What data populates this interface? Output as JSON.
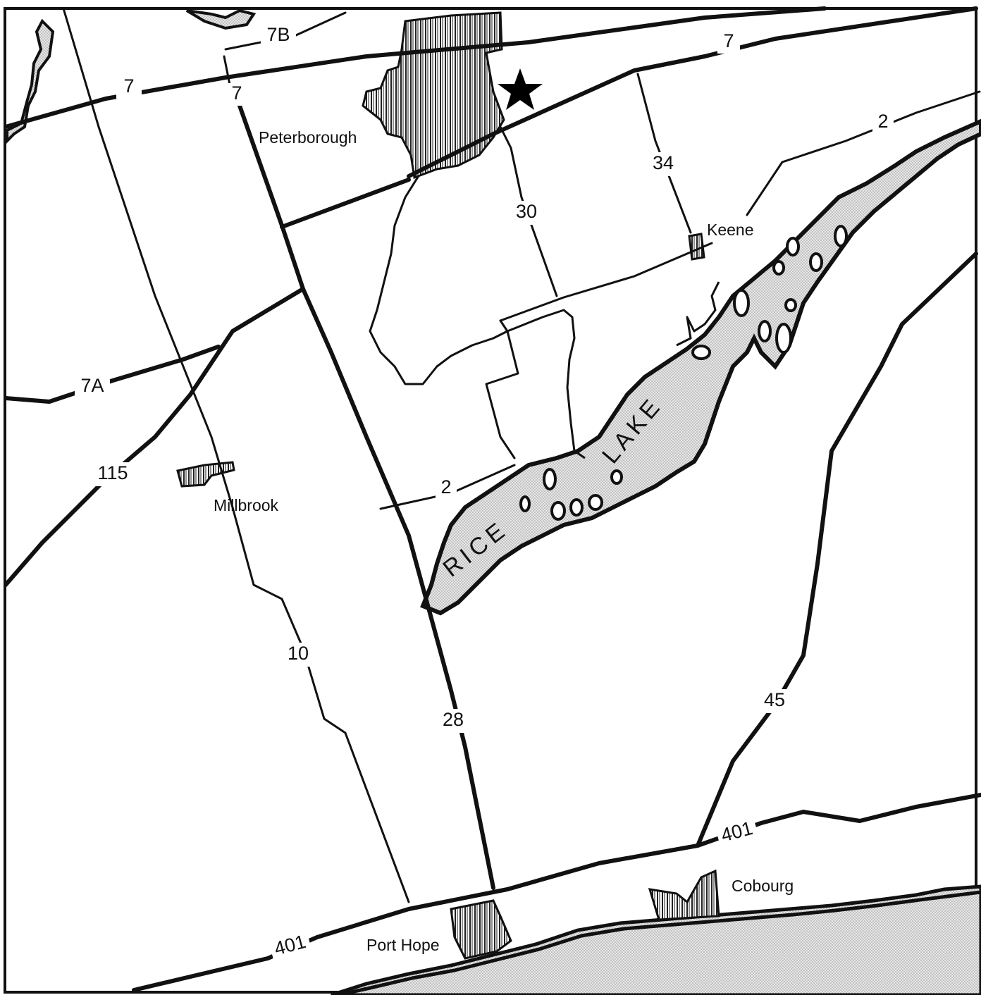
{
  "map": {
    "colors": {
      "ink": "#111111",
      "background": "#ffffff",
      "water": "#dcdcdc",
      "town_hatch": "#222222",
      "star": "#000000"
    },
    "highways": {
      "hwy_7_left": "7",
      "hwy_7_right": "7",
      "hwy_7_vertical": "7",
      "hwy_7b": "7B",
      "hwy_7a": "7A",
      "hwy_2_north": "2",
      "hwy_2_south": "2",
      "hwy_30": "30",
      "hwy_34": "34",
      "hwy_115": "115",
      "hwy_10": "10",
      "hwy_28": "28",
      "hwy_45": "45",
      "hwy_401_left": "401",
      "hwy_401_right": "401"
    },
    "places": {
      "peterborough": "Peterborough",
      "keene": "Keene",
      "millbrook": "Millbrook",
      "port_hope": "Port Hope",
      "cobourg": "Cobourg"
    },
    "lake": {
      "word1": "RICE",
      "word2": "LAKE"
    },
    "marker": {
      "icon": "star-icon"
    }
  }
}
